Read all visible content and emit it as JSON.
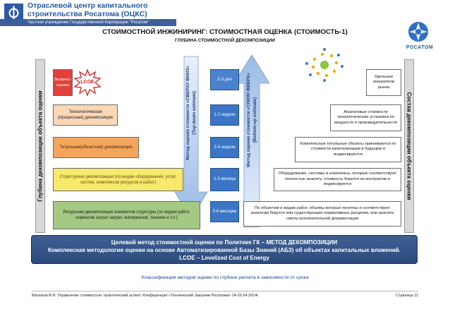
{
  "header": {
    "org_line1": "Отраслевой центр капитального",
    "org_line2": "строительства Росатома (ОЦКС)",
    "org_sub": "Частное учреждение Государственной Корпорации \"Росатом\"",
    "brand": "РОСАТОМ"
  },
  "title": "СТОИМОСТНОЙ ИНЖИНИРИНГ: СТОИМОСТНАЯ ОЦЕНКА (СТОИМОСТЬ-1)",
  "subtitle": "ГЛУБИНА СТОИМОСТНОЙ ДЕКОМПОЗИЦИИ",
  "left_axis_label": "Глубина декомпозиции объекта оценки",
  "right_axis_label": "Состав декомпозиции объекта оценки",
  "left_boxes": [
    {
      "text": "Экспресс-оценка",
      "color": "#e2403a"
    },
    {
      "text": "Технологическая (процессная) декомпозиция",
      "color": "#fbd7b6"
    },
    {
      "text": "Титульная(объектная) декомпозиция",
      "color": "#f4a55c"
    },
    {
      "text": "Структурная декомпозиция (по видам оборудования, услуг, систем, комплексов ресурсов и работ)",
      "color": "#f6e96b"
    },
    {
      "text": "Ресурсная декомпозиция элементов структуры (по видам работ, норматив затрат-затрат, материалов, техники и т.п.)",
      "color": "#a4c983"
    }
  ],
  "lcoe_badge": "LCOE",
  "top_down_label": {
    "line1": "Метод оценки стоимости «СВЕРХУ-ВНИЗ»",
    "line2": "(Top-down estimate)"
  },
  "bottom_up_label": {
    "line1": "Метод оценки стоимости «СНИЗУ-ВВЕРХ»",
    "line2": "(Bottom-up estimate)"
  },
  "timeline": [
    "2-3 дня",
    "1-2 недели",
    "2-4 недели",
    "1-3 месяца",
    "3-6 месяцев"
  ],
  "right_boxes": [
    {
      "text": "Удельные показатели рынка",
      "color": "#ffffff"
    },
    {
      "text": "Аналоговые стоимости технологических установок по мощности и производительности",
      "color": "#ffffff"
    },
    {
      "text": "Комплексные титульные объекты принимаются по стоимости капитализации в будущем и индексируются",
      "color": "#ffffff"
    },
    {
      "text": "Оборудование, системы и комплексы, которые соответствуют полностью аналогу, стоимость берется из контрактов и индексируется",
      "color": "#ffffff"
    },
    {
      "text": "По объектам и видам работ, объемы которых понятны и соответствуют аналогам берутся или существующие нормативные расценки, или аналоги сметы исполнительной документации",
      "color": "#ffffff"
    }
  ],
  "bottom_band": {
    "line1": "Целевой метод стоимостной оценки по Политике ГК – МЕТОД ДЕКОМПОЗИЦИИ",
    "line2": "Комплексная методология оценки на основе Автоматизированной Базы Знаний (АБЗ) об объектах капитальных вложений.",
    "line3": "LCOE – Levelized Cost of Energy"
  },
  "classification_caption": "Классификация методов оценки по глубине расчета в зависимости от срока",
  "footer": {
    "left": "Малахов В.И. Управление стоимостью: практический аспект. Конференция «Технический Заказчик Росатома» 24-25.04.2014г.",
    "right": "Страница 11"
  },
  "colors": {
    "dark_blue": "#2c4b7d",
    "mid_blue": "#3b75c6",
    "arrow_blue": "#5b8fd3",
    "lcoe_red": "#d21f1f"
  }
}
